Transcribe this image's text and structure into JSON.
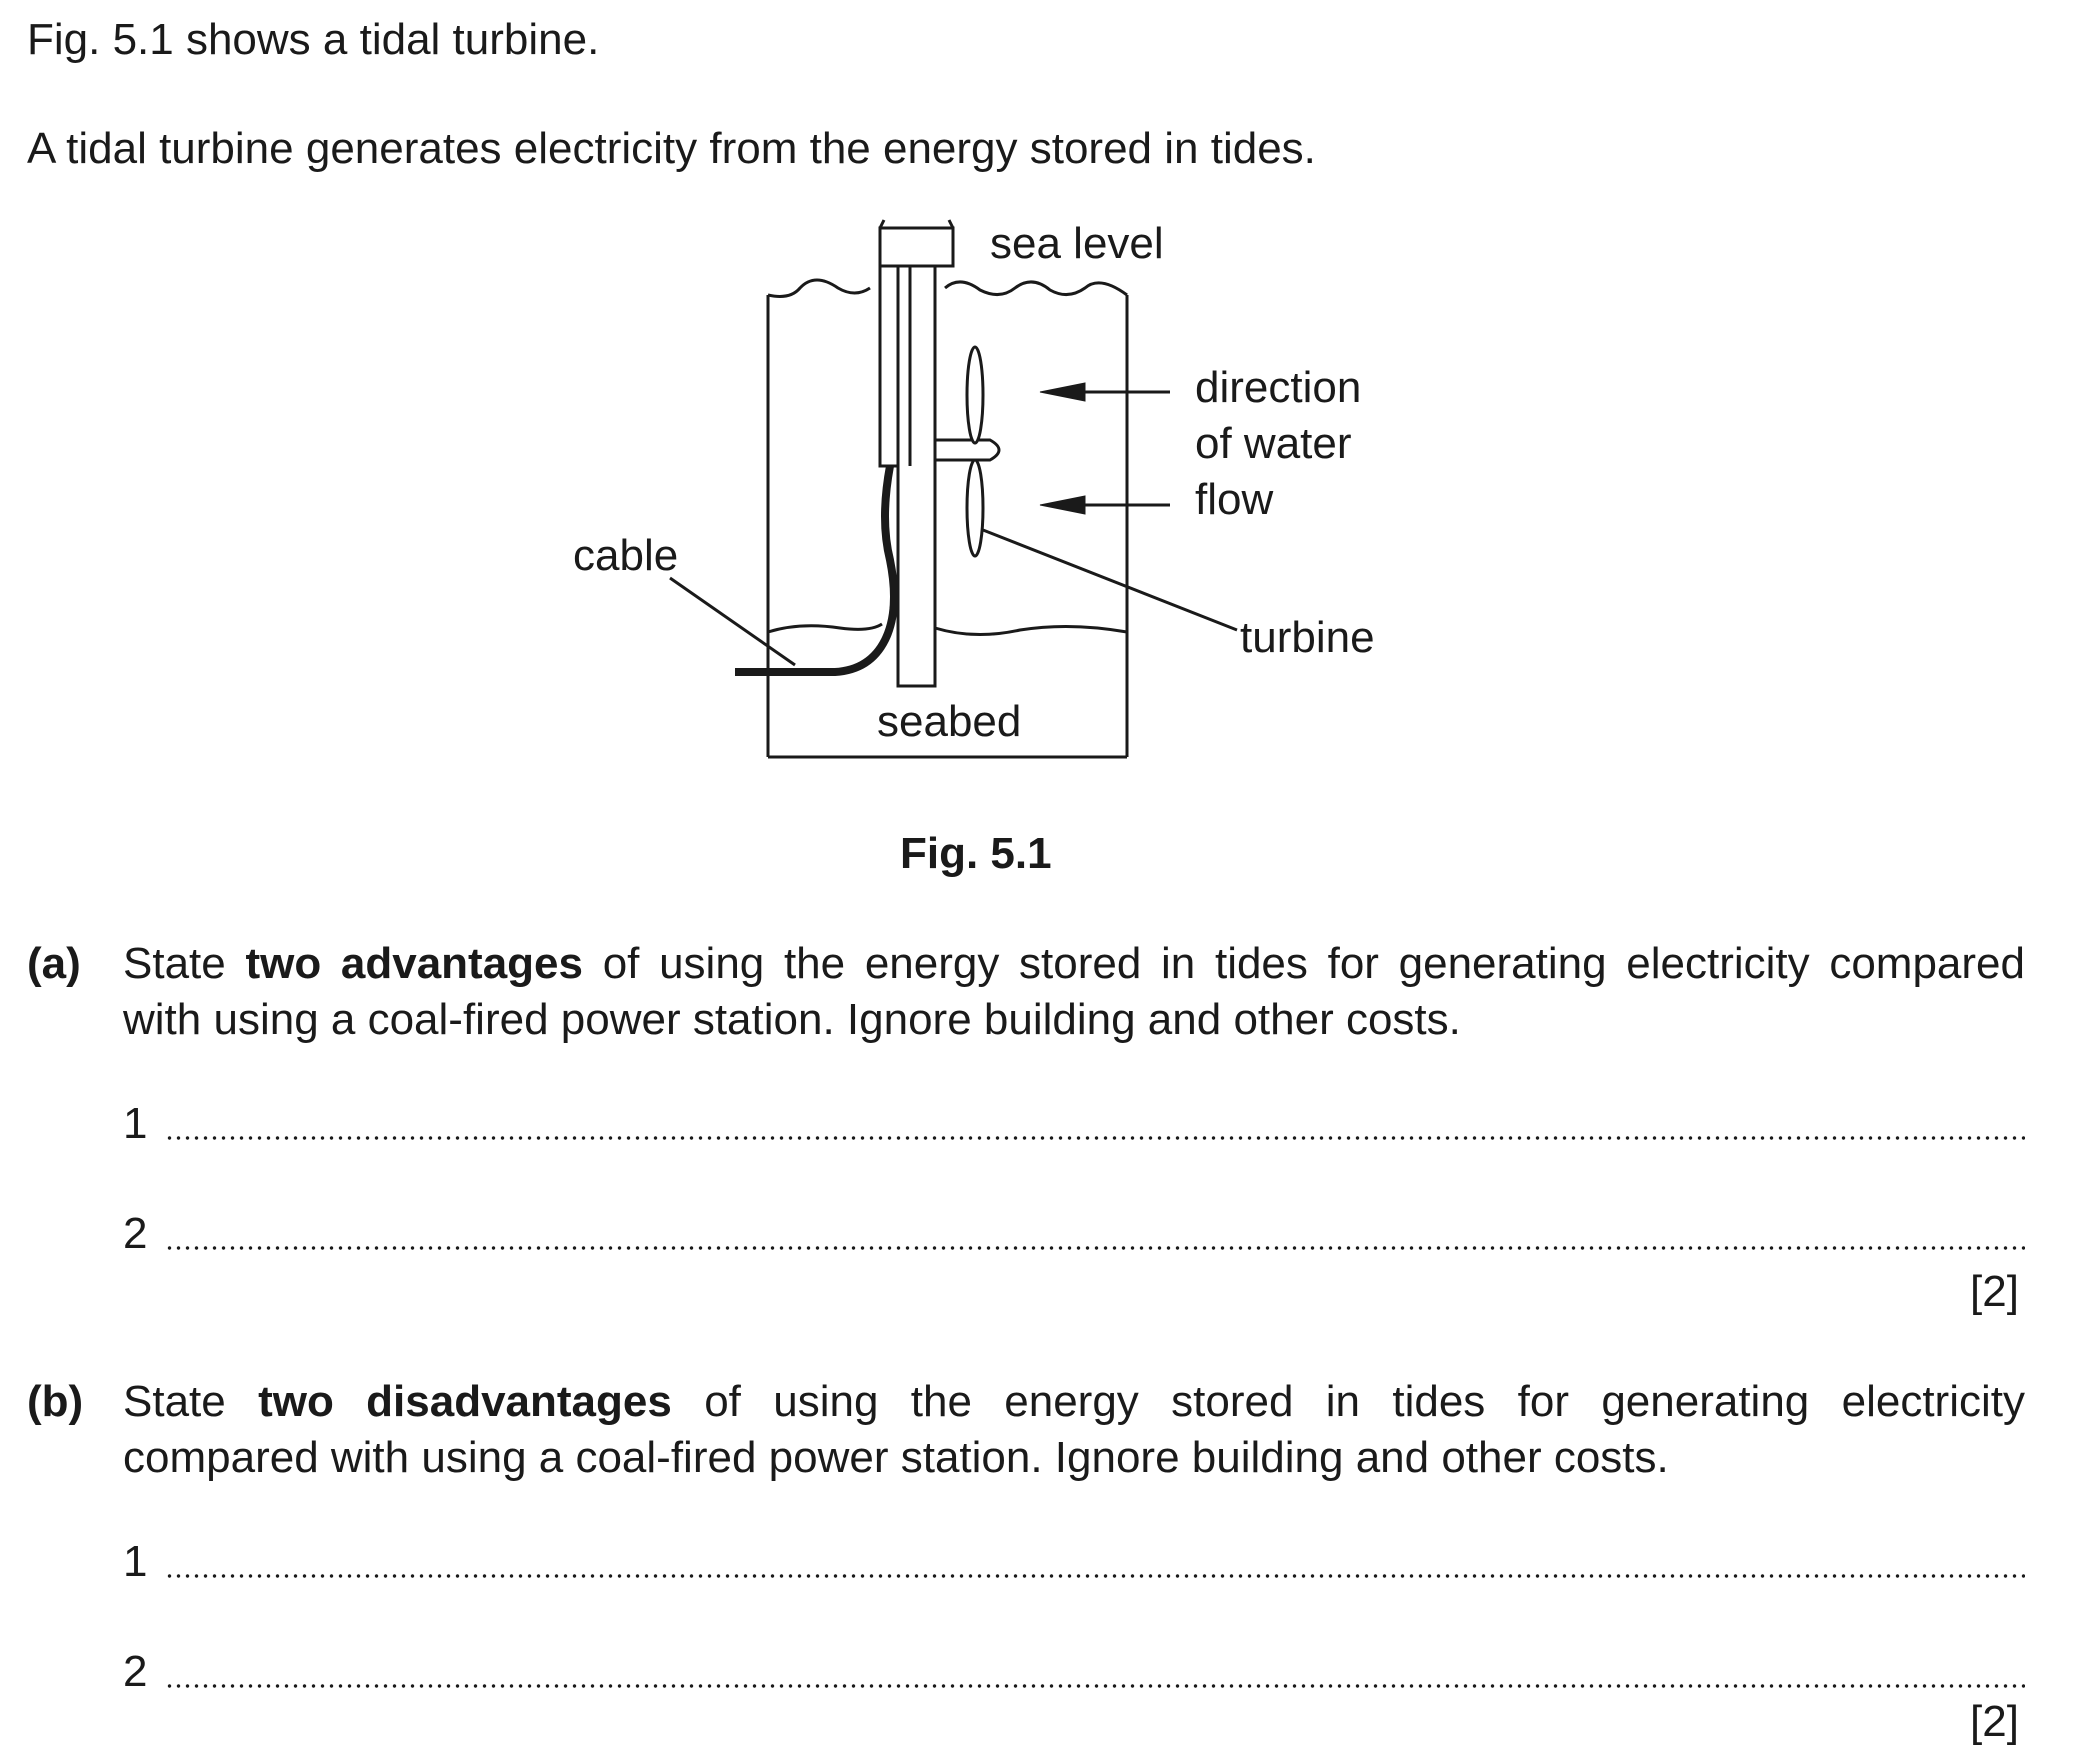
{
  "intro": {
    "line1": "Fig. 5.1 shows a tidal turbine.",
    "line2": "A tidal turbine generates electricity from the energy stored in tides."
  },
  "figure": {
    "labels": {
      "sea_level": "sea level",
      "direction_1": "direction",
      "direction_2": "of water",
      "direction_3": "flow",
      "cable": "cable",
      "turbine": "turbine",
      "seabed": "seabed"
    },
    "caption": "Fig. 5.1"
  },
  "questions": [
    {
      "label": "(a)",
      "line1": {
        "pre": "State ",
        "bold": "two advantages",
        "post": " of using the energy stored in tides for generating electricity compared"
      },
      "line2": "with using a coal-fired power station. Ignore building and other costs.",
      "answers": [
        "1",
        "2"
      ],
      "marks": "[2]"
    },
    {
      "label": "(b)",
      "line1": {
        "pre": "State ",
        "bold": "two disadvantages",
        "post": " of using the energy stored in tides for generating electricity"
      },
      "line2": "compared with using a coal-fired power station. Ignore building and other costs.",
      "answers": [
        "1",
        "2"
      ],
      "marks": "[2]"
    }
  ]
}
